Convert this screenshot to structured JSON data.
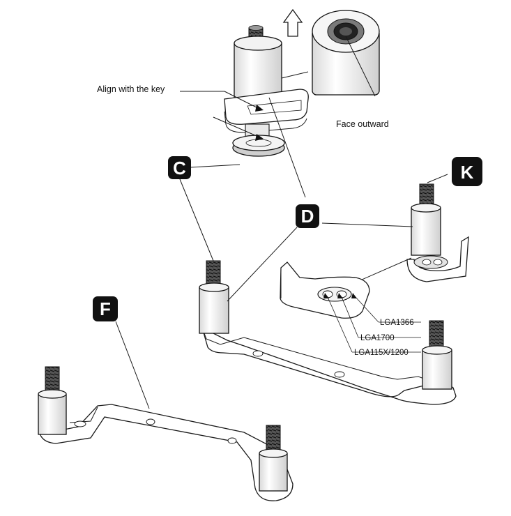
{
  "callouts": {
    "align_key": "Align with the key",
    "face_outward": "Face outward",
    "lga1366": "LGA1366",
    "lga1700": "LGA1700",
    "lga115x": "LGA115X/1200"
  },
  "badges": {
    "c": "C",
    "d": "D",
    "k": "K",
    "f": "F"
  }
}
